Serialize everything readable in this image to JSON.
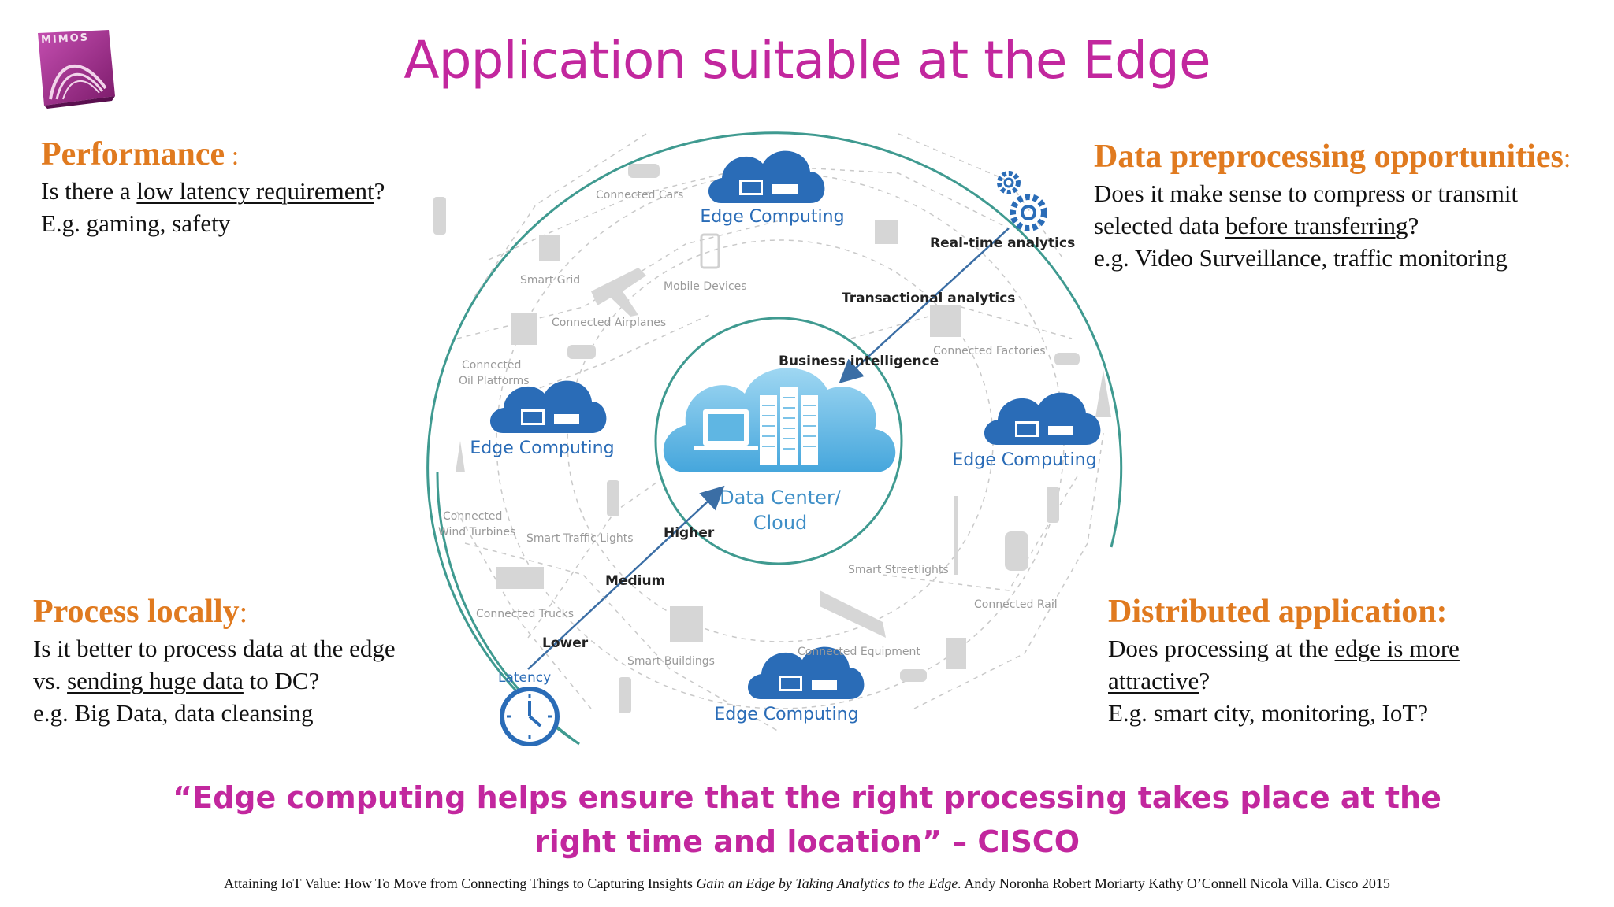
{
  "slide": {
    "title": "Application suitable at the Edge",
    "logo_text": "MIMOS"
  },
  "performance": {
    "heading": "Performance",
    "colon": " :",
    "line1_pre": "Is there a ",
    "line1_link": "low latency requirement",
    "line1_post": "?",
    "line2": "E.g. gaming, safety"
  },
  "data_preprocessing": {
    "heading": "Data preprocessing opportunities",
    "colon": ":",
    "line1": "Does it make sense to compress or  transmit",
    "line2_pre": "selected data ",
    "line2_link": "before transferring",
    "line2_post": "?",
    "line3": "e.g. Video Surveillance, traffic monitoring"
  },
  "process_locally": {
    "heading": "Process locally",
    "colon": ":",
    "line1": "Is it better to process data at the edge",
    "line2_pre": "vs. ",
    "line2_link": "sending huge data",
    "line2_post": " to DC?",
    "line3": "e.g. Big Data, data cleansing"
  },
  "distributed_application": {
    "heading": "Distributed application:",
    "line1_pre": "Does processing at the ",
    "line1_link": "edge is more",
    "line2_link": "attractive",
    "line2_post": "?",
    "line3": "E.g. smart city, monitoring, IoT?"
  },
  "diagram": {
    "center_line1": "Data Center/",
    "center_line2": "Cloud",
    "edge_label": "Edge Computing",
    "analytics": {
      "realtime": "Real-time analytics",
      "transactional": "Transactional analytics",
      "business": "Business intelligence"
    },
    "latency": {
      "label": "Latency",
      "lower": "Lower",
      "medium": "Medium",
      "higher": "Higher"
    },
    "devices": {
      "connected_cars": "Connected Cars",
      "smart_grid": "Smart Grid",
      "mobile_devices": "Mobile Devices",
      "connected_airplanes": "Connected Airplanes",
      "oil_platforms_1": "Connected",
      "oil_platforms_2": "Oil Platforms",
      "wind_turbines_1": "Connected",
      "wind_turbines_2": "Wind Turbines",
      "smart_traffic_lights": "Smart Traffic Lights",
      "connected_trucks": "Connected Trucks",
      "smart_buildings": "Smart Buildings",
      "connected_equipment": "Connected Equipment",
      "smart_streetlights": "Smart Streetlights",
      "connected_rail": "Connected Rail",
      "connected_factories": "Connected Factories"
    }
  },
  "quote": {
    "line1": "“Edge computing helps ensure that the right processing takes place at the",
    "line2": "right time and location” – CISCO"
  },
  "citation": {
    "pre": "Attaining IoT Value: How To Move from Connecting Things to Capturing Insights ",
    "italic": "Gain an Edge by Taking Analytics to the Edge.",
    "post": " Andy Noronha Robert Moriarty Kathy O’Connell Nicola Villa. Cisco 2015"
  },
  "colors": {
    "title_magenta": "#c2279e",
    "heading_orange": "#e07a1f",
    "circle_teal": "#3f9a90",
    "edge_blue": "#2a6cb7",
    "cloud_blue": "#5fb6e3",
    "arrow_blue": "#3b6ea5"
  }
}
